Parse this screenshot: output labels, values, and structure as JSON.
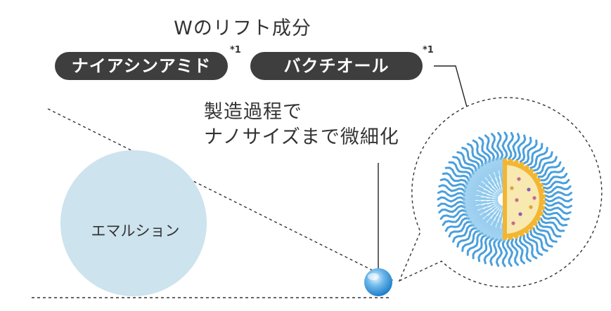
{
  "title": "Wのリフト成分",
  "ingredients": [
    {
      "label": "ナイアシンアミド",
      "note": "*1"
    },
    {
      "label": "バクチオール",
      "note": "*1"
    }
  ],
  "description_lines": [
    "製造過程で",
    "ナノサイズまで微細化"
  ],
  "emulsion_label": "エマルション",
  "colors": {
    "pill": "#3e3e3e",
    "emulsion_circle": "#cde3ee",
    "micelle_blue": "#4a9fdc",
    "micelle_core": "#f7e9b0",
    "micelle_ring": "#f2b632"
  }
}
